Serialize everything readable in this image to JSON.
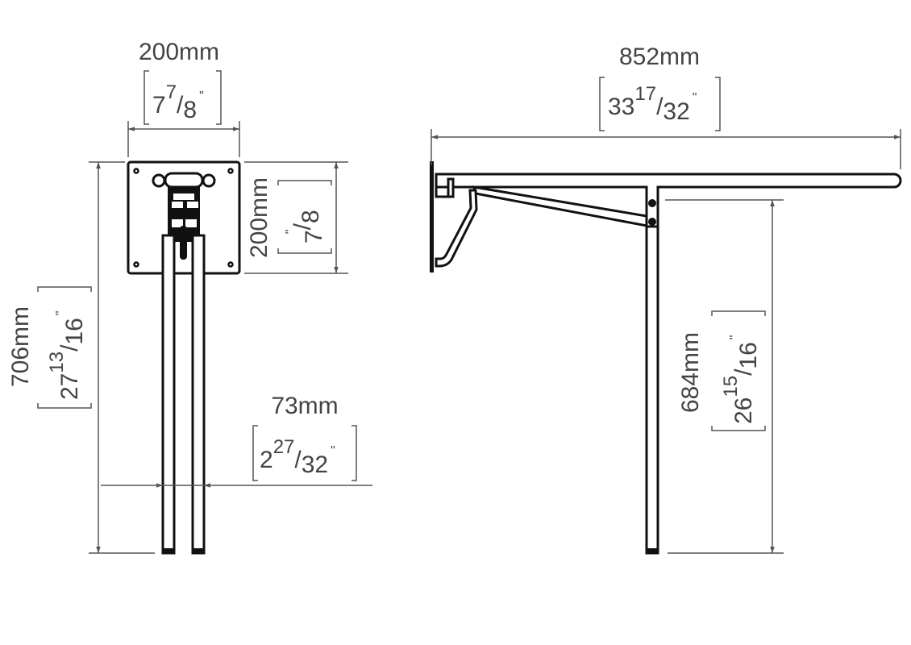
{
  "dimensions": {
    "plate_width": {
      "metric": "200mm",
      "whole": "7",
      "num": "7",
      "den": "8",
      "inch": "\""
    },
    "plate_height": {
      "metric": "200mm",
      "whole": "7",
      "num": "",
      "den": "8",
      "inch": "\""
    },
    "total_height": {
      "metric": "706mm",
      "whole": "27",
      "num": "13",
      "den": "16",
      "inch": "\""
    },
    "leg_width": {
      "metric": "73mm",
      "whole": "2",
      "num": "27",
      "den": "32",
      "inch": "\""
    },
    "total_length": {
      "metric": "852mm",
      "whole": "33",
      "num": "17",
      "den": "32",
      "inch": "\""
    },
    "seat_height": {
      "metric": "684mm",
      "whole": "26",
      "num": "15",
      "den": "16",
      "inch": "\""
    }
  }
}
